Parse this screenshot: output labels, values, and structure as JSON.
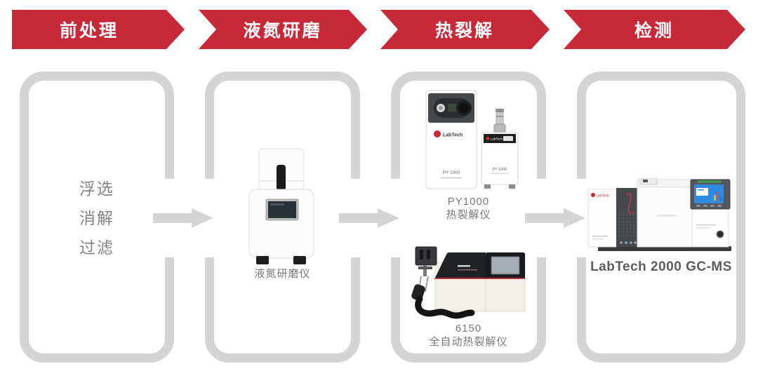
{
  "colors": {
    "banner_red": "#c62a39",
    "outline_gray": "#d4d4d4",
    "arrow_gray": "#d4d4d4",
    "step_text_gray": "#828282",
    "caption_gray": "#787878",
    "detection_caption_gray": "#5d5d5d",
    "device_screen_blue": "#2e8be0"
  },
  "banners": [
    {
      "label": "前处理"
    },
    {
      "label": "液氮研磨"
    },
    {
      "label": "热裂解"
    },
    {
      "label": "检测"
    }
  ],
  "pretreatment": {
    "steps": [
      "浮选",
      "消解",
      "过滤"
    ]
  },
  "grinding": {
    "caption": "液氮研磨仪"
  },
  "pyrolysis": {
    "pyrolyzer": {
      "model": "PY1000",
      "caption": "热裂解仪",
      "device_brand": "LabTech",
      "device_model": "PY 1000"
    },
    "auto_pyrolyzer": {
      "model": "6150",
      "caption": "全自动热裂解仪"
    }
  },
  "detection": {
    "caption": "LabTech 2000 GC-MS",
    "device_brand": "LabTech"
  }
}
